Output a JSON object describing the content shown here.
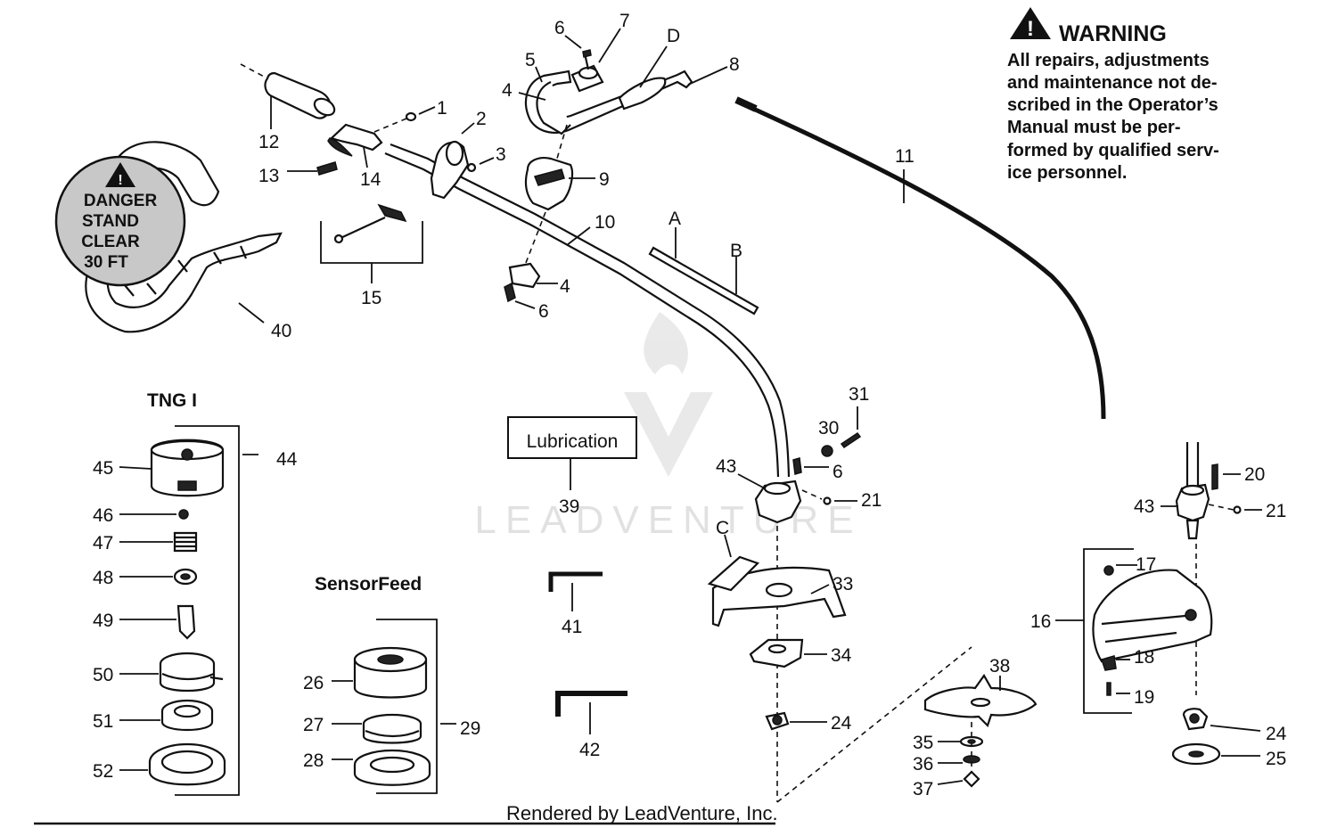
{
  "warning": {
    "title": "WARNING",
    "lines": [
      "All repairs, adjustments",
      "and maintenance not de-",
      "scribed in the Operator’s",
      "Manual must be per-",
      "formed by qualified serv-",
      "ice personnel."
    ]
  },
  "danger_tag": {
    "lines": [
      "DANGER",
      "STAND",
      "CLEAR",
      "30 FT"
    ]
  },
  "section_titles": {
    "tng": "TNG I",
    "sensorfeed": "SensorFeed"
  },
  "lubrication_box": "Lubrication",
  "credit": "Rendered by LeadVenture, Inc.",
  "watermark": "LEADVENTURE",
  "callouts": {
    "c1": "1",
    "c2": "2",
    "c3": "3",
    "c4a": "4",
    "c4b": "4",
    "c5": "5",
    "c6a": "6",
    "c6b": "6",
    "c6c": "6",
    "c7": "7",
    "c8": "8",
    "c9": "9",
    "c10": "10",
    "c11": "11",
    "c12": "12",
    "c13": "13",
    "c14": "14",
    "c15": "15",
    "c16": "16",
    "c17": "17",
    "c18": "18",
    "c19": "19",
    "c20": "20",
    "c21a": "21",
    "c21b": "21",
    "c24a": "24",
    "c24b": "24",
    "c25": "25",
    "c26": "26",
    "c27": "27",
    "c28": "28",
    "c29": "29",
    "c30": "30",
    "c31": "31",
    "c33": "33",
    "c34": "34",
    "c35": "35",
    "c36": "36",
    "c37": "37",
    "c38": "38",
    "c39": "39",
    "c40": "40",
    "c41": "41",
    "c42": "42",
    "c43a": "43",
    "c43b": "43",
    "c44": "44",
    "c45": "45",
    "c46": "46",
    "c47": "47",
    "c48": "48",
    "c49": "49",
    "c50": "50",
    "c51": "51",
    "c52": "52",
    "cA": "A",
    "cB": "B",
    "cC": "C",
    "cD": "D"
  }
}
